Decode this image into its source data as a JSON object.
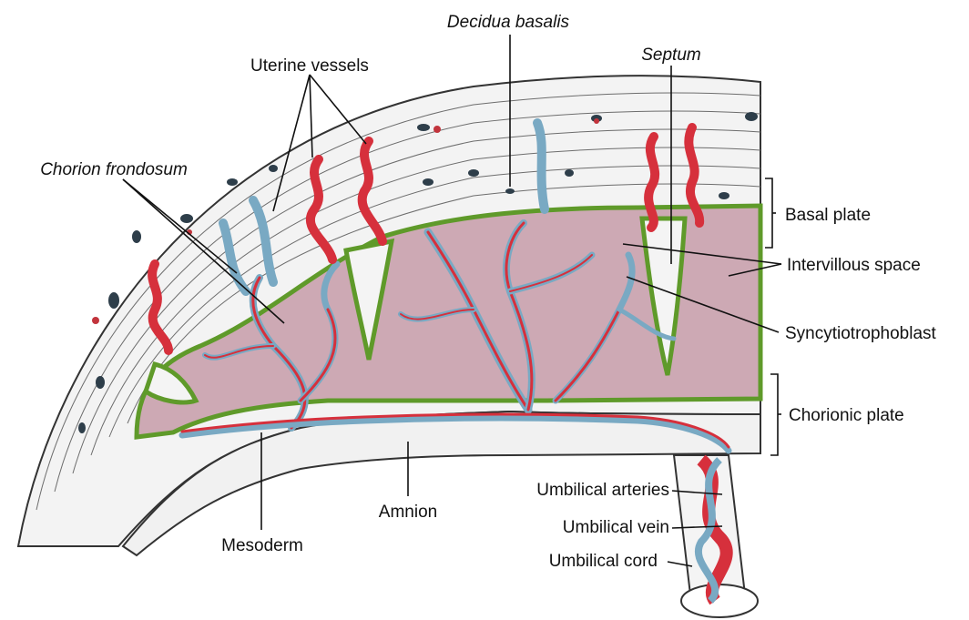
{
  "labels": {
    "decidua_basalis": "Decidua basalis",
    "uterine_vessels": "Uterine vessels",
    "septum": "Septum",
    "chorion_frondosum": "Chorion frondosum",
    "basal_plate": "Basal plate",
    "intervillous_space": "Intervillous space",
    "syncytiotrophoblast": "Syncytiotrophoblast",
    "chorionic_plate": "Chorionic plate",
    "umbilical_arteries": "Umbilical arteries",
    "umbilical_vein": "Umbilical vein",
    "umbilical_cord": "Umbilical cord",
    "amnion": "Amnion",
    "mesoderm": "Mesoderm"
  },
  "colors": {
    "artery": "#d6303c",
    "vein": "#79a9c3",
    "syncytiotrophoblast": "#5f9a2a",
    "intervillous": "#c9a9b4",
    "tissue": "#f4f4f4",
    "outline": "#333333"
  }
}
